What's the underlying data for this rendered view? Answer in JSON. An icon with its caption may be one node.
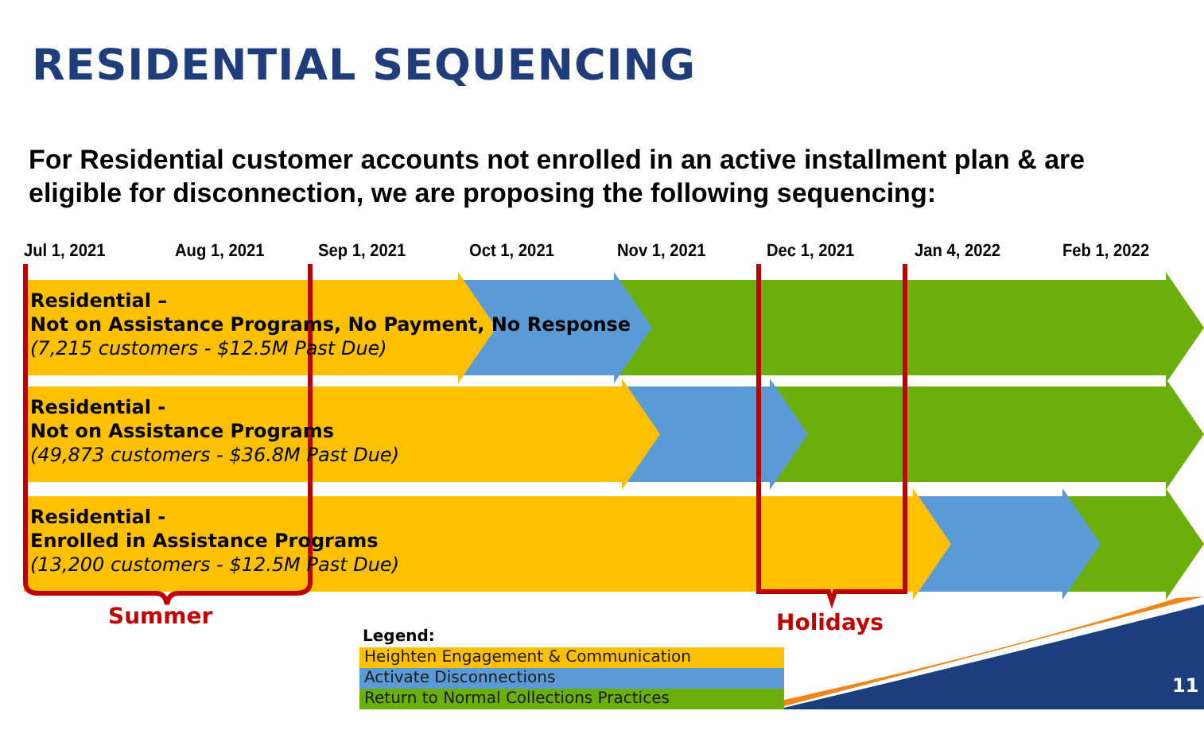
{
  "diagram": {
    "title": "RESIDENTIAL SEQUENCING",
    "caption": "For Residential customer accounts not enrolled in an active installment plan & are eligible for disconnection, we are proposing the following sequencing:",
    "nodes": [
      {
        "text": [
          "Residential –",
          "Not on Assistance Programs, No Payment, No Response",
          "(7,215 customers - $12.5M Past Due)"
        ]
      },
      {
        "text": [
          "Residential -",
          "Not on Assistance Programs",
          "(49,873 customers - $36.8M Past Due)"
        ]
      },
      {
        "text": [
          "Residential -",
          "Enrolled in Assistance Programs",
          "(13,200 customers - $12.5M Past Due)"
        ]
      }
    ],
    "edges": [],
    "labels": [
      "Jul 1, 2021",
      "Aug 1, 2021",
      "Sep 1, 2021",
      "Oct 1, 2021",
      "Nov 1, 2021",
      "Dec 1, 2021",
      "Jan 4, 2022",
      "Feb 1, 2022",
      "Summer",
      "Holidays",
      "Legend:",
      "11"
    ],
    "legend": [
      {
        "text": "Heighten Engagement & Communication",
        "color": "#ffc000"
      },
      {
        "text": "Activate Disconnections",
        "color": "#5b9bd5"
      },
      {
        "text": "Return to Normal Collections Practices",
        "color": "#6aaf0a"
      }
    ]
  }
}
